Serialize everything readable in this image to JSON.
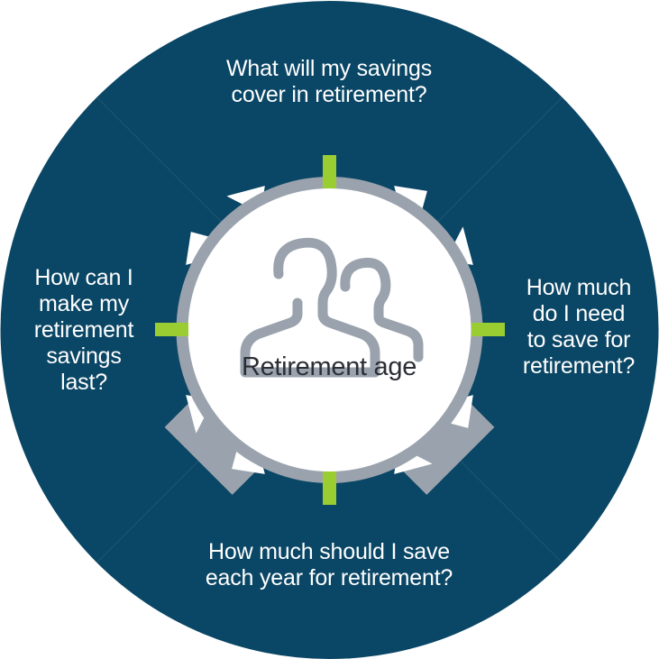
{
  "diagram": {
    "type": "radial-hub-and-spoke",
    "center": {
      "label": "Retirement age",
      "icon": "two-people-icon"
    },
    "quadrants": [
      {
        "position": "top",
        "text": "What will my savings\ncover in retirement?"
      },
      {
        "position": "right",
        "text": "How much\ndo I need\nto save for\nretirement?"
      },
      {
        "position": "bottom",
        "text": "How much should I save\neach year for retirement?"
      },
      {
        "position": "left",
        "text": "How can I\nmake my\nretirement\nsavings\nlast?"
      }
    ],
    "connectors": [
      {
        "position": "top-left",
        "icon": "double-arrow-icon"
      },
      {
        "position": "top-right",
        "icon": "double-arrow-icon"
      },
      {
        "position": "bottom-right",
        "icon": "double-arrow-icon"
      },
      {
        "position": "bottom-left",
        "icon": "double-arrow-icon"
      }
    ],
    "ticks": [
      {
        "position": "top",
        "orientation": "vertical"
      },
      {
        "position": "right",
        "orientation": "horizontal"
      },
      {
        "position": "bottom",
        "orientation": "vertical"
      },
      {
        "position": "left",
        "orientation": "horizontal"
      }
    ],
    "colors": {
      "wedge_blue": "#0a4665",
      "band_gray": "#9aa3ad",
      "ring_gray": "#9aa3ad",
      "center_white": "#ffffff",
      "tick_green": "#9acd32",
      "arrow_white": "#ffffff",
      "quadrant_text": "#ffffff",
      "center_text": "#2b2e34",
      "icon_gray": "#9aa3ad",
      "background": "#ffffff"
    }
  }
}
